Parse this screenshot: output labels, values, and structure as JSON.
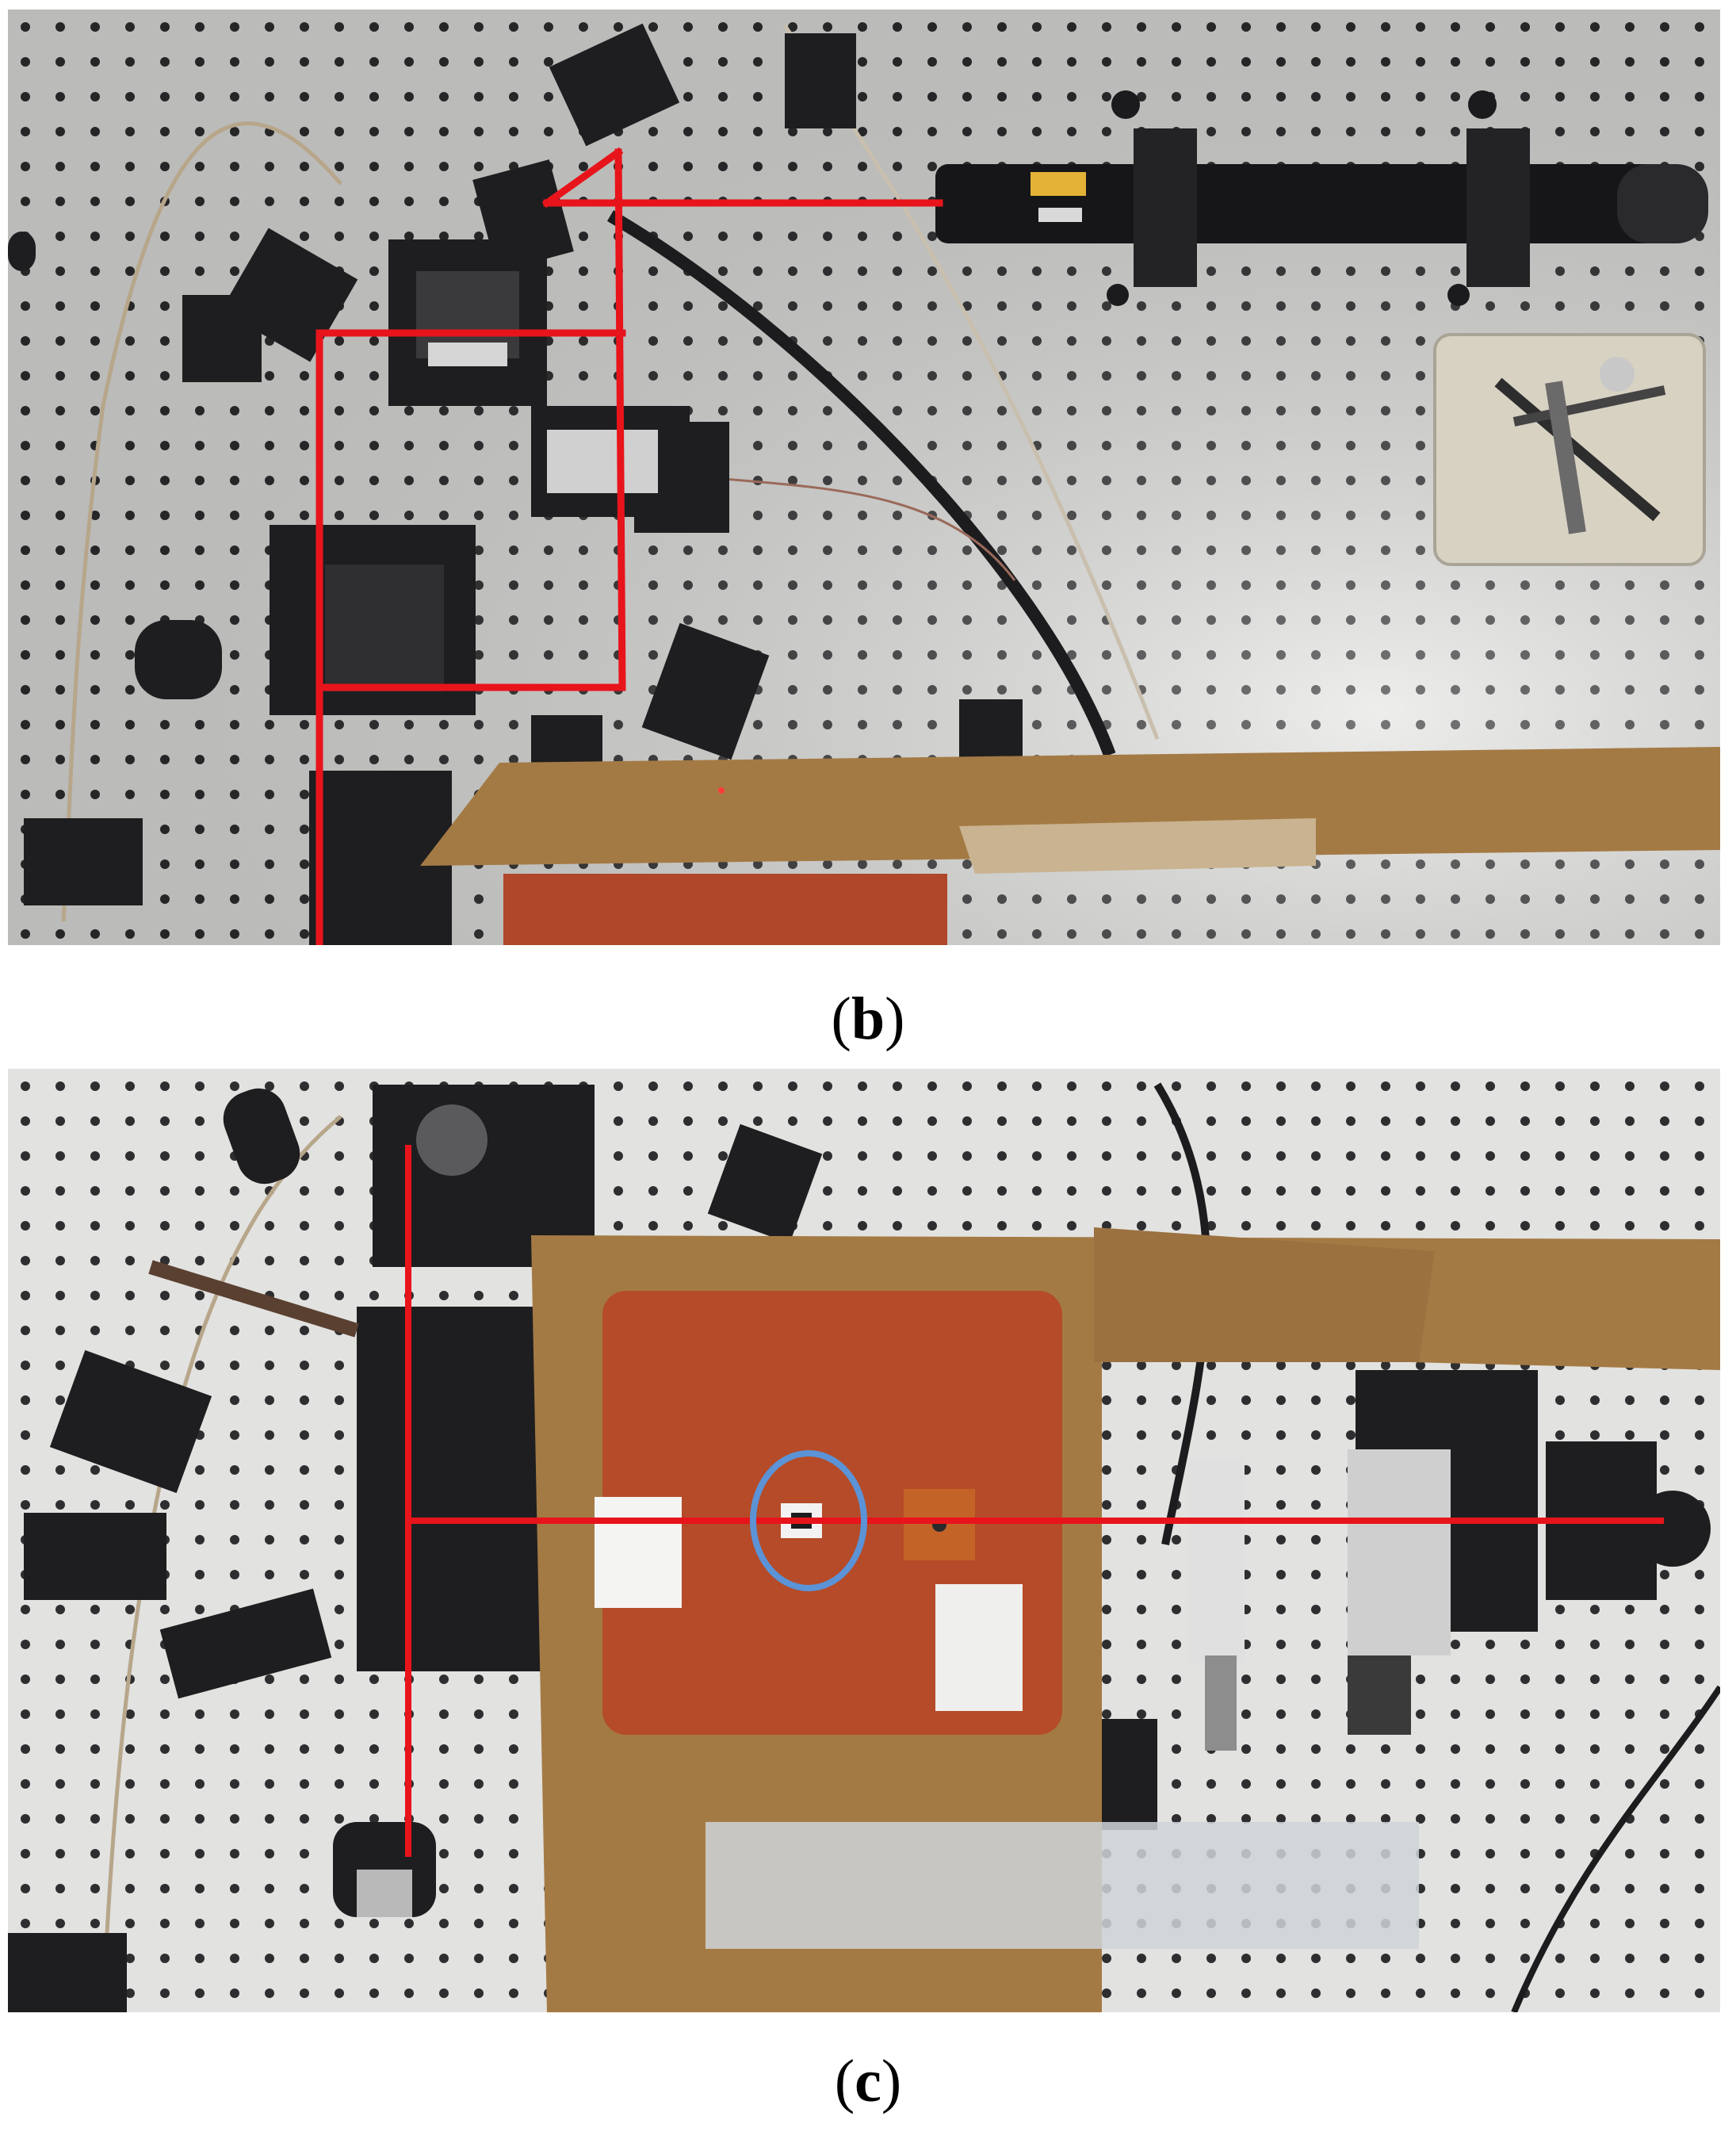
{
  "panels": [
    {
      "id": "b",
      "label": "b"
    },
    {
      "id": "c",
      "label": "c"
    }
  ],
  "colors": {
    "beam": "#e8141b",
    "circle": "#5b93d6",
    "board": "#e6e6e3",
    "cardboard": "#a97c46",
    "box": "#b4502c"
  }
}
